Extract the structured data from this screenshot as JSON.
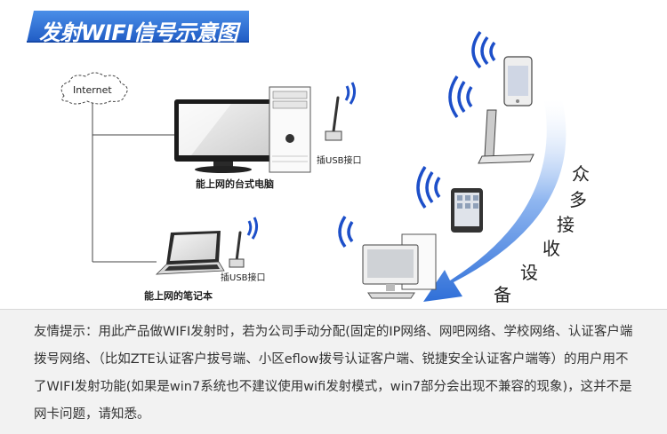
{
  "header": {
    "title": "发射WIFI信号示意图"
  },
  "diagram": {
    "internet_label": "Internet",
    "desktop_label": "能上网的台式电脑",
    "desktop_usb_label": "插USB接口",
    "laptop_label": "能上网的笔记本",
    "laptop_usb_label": "插USB接口",
    "devices_label_chars": [
      "众",
      "多",
      "接",
      "收",
      "设",
      "备"
    ]
  },
  "notice": {
    "text": "友情提示：用此产品做WIFI发射时，若为公司手动分配(固定的IP网络、网吧网络、学校网络、认证客户端拨号网络、（比如ZTE认证客户拔号端、小区eflow拨号认证客户端、锐捷安全认证客户端等）的用户用不了WIFI发射功能(如果是win7系统也不建议使用wifi发射模式，win7部分会出现不兼容的现象)，这并不是网卡问题，请知悉。"
  },
  "colors": {
    "title_blue": "#2e6fd3",
    "wifi_blue": "#1d4fc9",
    "arrow_blue": "#3a7be0"
  }
}
